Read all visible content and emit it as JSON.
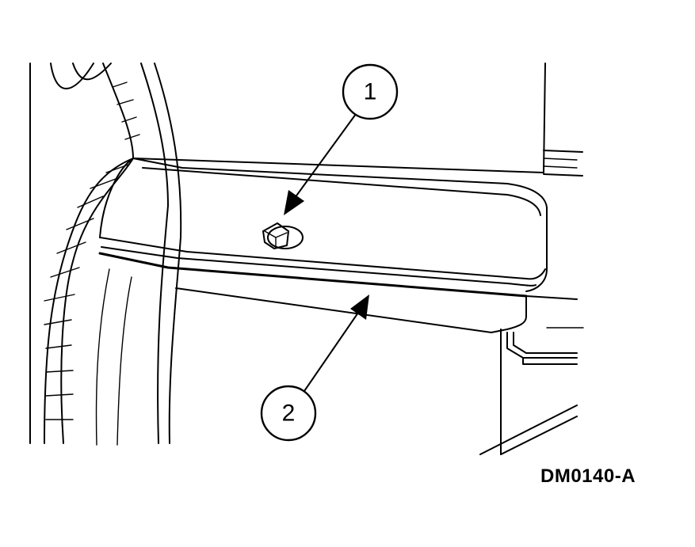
{
  "callouts": [
    {
      "number": "1"
    },
    {
      "number": "2"
    }
  ],
  "figure_id": "DM0140-A"
}
